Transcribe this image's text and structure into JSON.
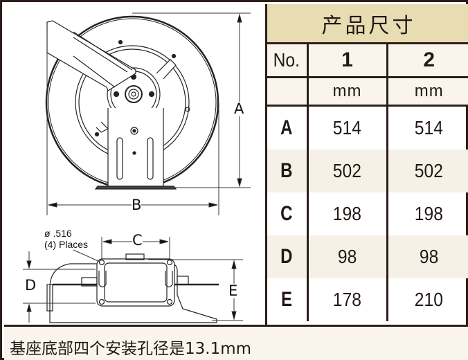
{
  "table": {
    "title": "产品尺寸",
    "header": {
      "label": "No.",
      "columns": [
        "1",
        "2"
      ]
    },
    "units": [
      "mm",
      "mm"
    ],
    "rows": [
      {
        "key": "A",
        "values": [
          "514",
          "514"
        ]
      },
      {
        "key": "B",
        "values": [
          "502",
          "502"
        ]
      },
      {
        "key": "C",
        "values": [
          "198",
          "198"
        ]
      },
      {
        "key": "D",
        "values": [
          "98",
          "98"
        ]
      },
      {
        "key": "E",
        "values": [
          "178",
          "210"
        ]
      }
    ]
  },
  "drawing": {
    "front_view": {
      "dim_a": "A",
      "dim_b": "B"
    },
    "base_view": {
      "dim_c": "C",
      "dim_d": "D",
      "dim_e": "E",
      "hole_note_line1": "ø .516",
      "hole_note_line2": "(4) Places"
    }
  },
  "footer": {
    "note": "基座底部四个安装孔径是13.1mm"
  },
  "colors": {
    "border": "#2a1d1a",
    "title_bg": "#e8dcb3",
    "header_bg": "#f9f5ec",
    "alt_row_bg": "#f6f1e6",
    "text": "#231815"
  }
}
